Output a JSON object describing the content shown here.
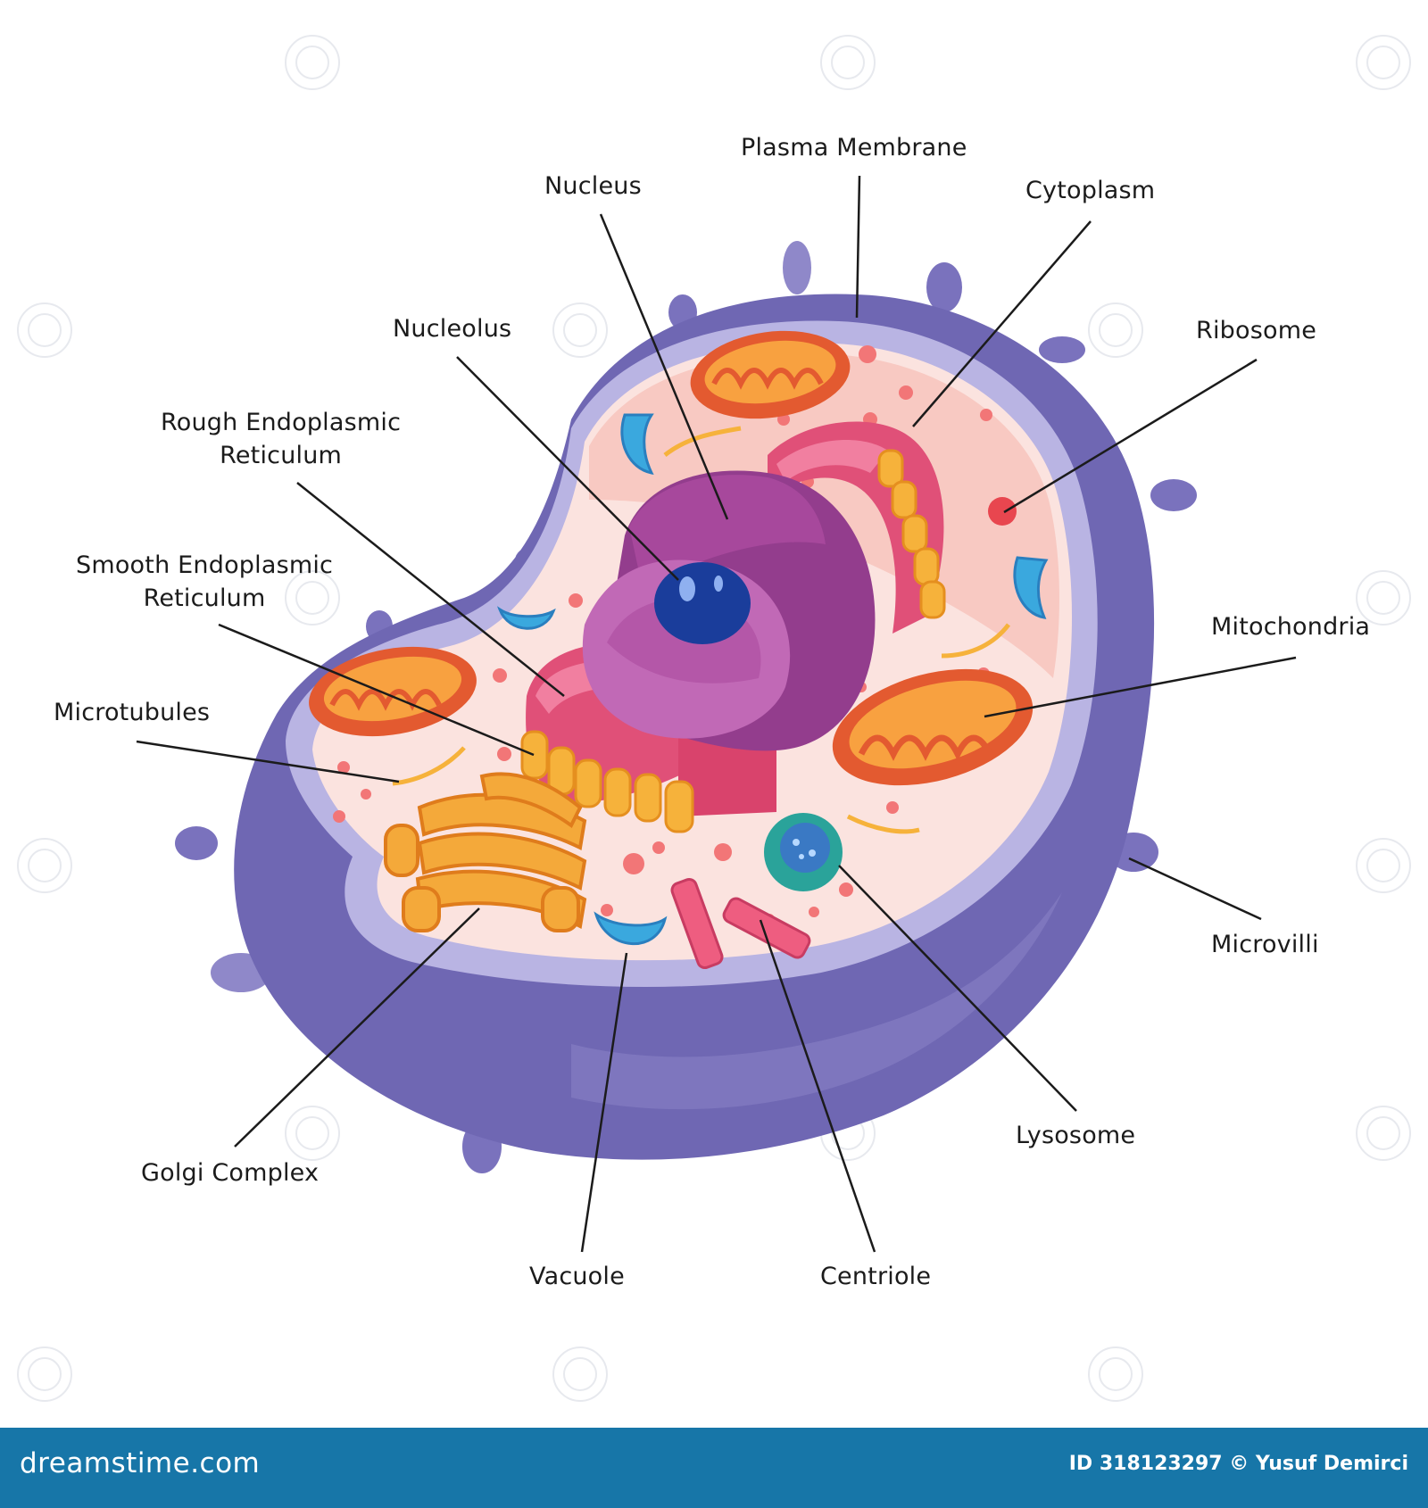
{
  "labels": {
    "plasma_membrane": "Plasma Membrane",
    "nucleus": "Nucleus",
    "cytoplasm": "Cytoplasm",
    "nucleolus": "Nucleolus",
    "ribosome": "Ribosome",
    "rough_er": "Rough Endoplasmic\nReticulum",
    "smooth_er": "Smooth Endoplasmic\nReticulum",
    "mitochondria": "Mitochondria",
    "microtubules": "Microtubules",
    "microvilli": "Microvilli",
    "golgi": "Golgi Complex",
    "lysosome": "Lysosome",
    "vacuole": "Vacuole",
    "centriole": "Centriole"
  },
  "footer": {
    "brand": "dreamstime.com",
    "credit": "ID 318123297 © Yusuf Demirci"
  },
  "colors": {
    "membrane": "#6f67b3",
    "membrane_light": "#b3aee0",
    "cytoplasm": "#f9d9d4",
    "nucleus": "#a7489c",
    "nucleolus": "#1a3d9b",
    "rough_er": "#e0527a",
    "mitochondria": "#ee6c3b",
    "golgi": "#f4a93a",
    "vacuole": "#3aa8de",
    "lysosome": "#2aa39a",
    "footer": "#1776a8"
  }
}
